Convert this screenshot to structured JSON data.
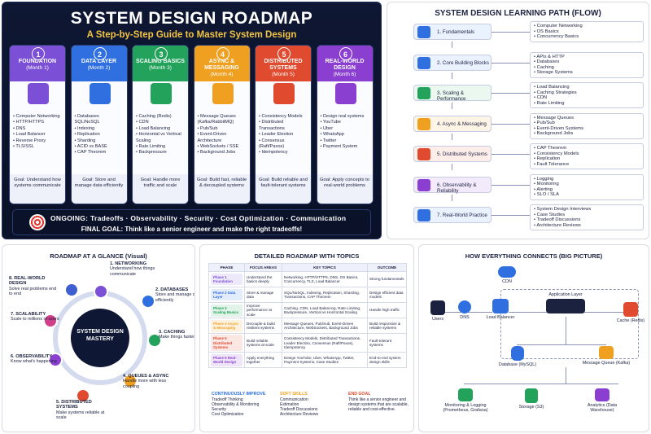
{
  "panel1": {
    "title": "SYSTEM DESIGN ROADMAP",
    "subtitle": "A Step-by-Step Guide to Master System Design",
    "phases": [
      {
        "num": "1",
        "name": "FOUNDATION",
        "month": "(Month 1)",
        "color": "#7b4fd6",
        "items": [
          "Computer Networking",
          "HTTP/HTTPS",
          "DNS",
          "Load Balancer",
          "Reverse Proxy",
          "TLS/SSL"
        ],
        "goal": "Goal: Understand how systems communicate"
      },
      {
        "num": "2",
        "name": "DATA LAYER",
        "month": "(Month 2)",
        "color": "#2f6fe0",
        "items": [
          "Databases SQL/NoSQL",
          "Indexing",
          "Replication",
          "Sharding",
          "ACID vs BASE",
          "CAP Theorem"
        ],
        "goal": "Goal: Store and manage data efficiently"
      },
      {
        "num": "3",
        "name": "SCALING BASICS",
        "month": "(Month 3)",
        "color": "#22a25a",
        "items": [
          "Caching (Redis)",
          "CDN",
          "Load Balancing",
          "Horizontal vs Vertical Scaling",
          "Rate Limiting",
          "Backpressure"
        ],
        "goal": "Goal: Handle more traffic and scale"
      },
      {
        "num": "4",
        "name": "ASYNC & MESSAGING",
        "month": "(Month 4)",
        "color": "#f0a020",
        "items": [
          "Message Queues (Kafka/RabbitMQ)",
          "Pub/Sub",
          "Event-Driven Architecture",
          "WebSockets / SSE",
          "Background Jobs"
        ],
        "goal": "Goal: Build fast, reliable & decoupled systems"
      },
      {
        "num": "5",
        "name": "DISTRIBUTED SYSTEMS",
        "month": "(Month 5)",
        "color": "#e04a2f",
        "items": [
          "Consistency Models",
          "Distributed Transactions",
          "Leader Election",
          "Consensus (Raft/Paxos)",
          "Idempotency"
        ],
        "goal": "Goal: Build reliable and fault-tolerant systems"
      },
      {
        "num": "6",
        "name": "REAL-WORLD DESIGN",
        "month": "(Month 6)",
        "color": "#8a3fd0",
        "items": [
          "Design real systems",
          "YouTube",
          "Uber",
          "WhatsApp",
          "Twitter",
          "Payment System"
        ],
        "goal": "Goal: Apply concepts to real-world problems"
      }
    ],
    "ongoing": "ONGOING:  Tradeoffs  ·  Observability  ·  Security  ·  Cost Optimization  ·  Communication",
    "final_goal": "FINAL GOAL: Think like a senior engineer and make the right tradeoffs!"
  },
  "panel2": {
    "title": "SYSTEM DESIGN LEARNING PATH (FLOW)",
    "steps": [
      {
        "label": "1. Fundamentals",
        "color": "#2f6fe0",
        "bg": "#eaf1ff",
        "subs": [
          "Computer Networking",
          "OS Basics",
          "Concurrency Basics"
        ]
      },
      {
        "label": "2. Core Building Blocks",
        "color": "#2f6fe0",
        "bg": "#eaf1ff",
        "subs": [
          "APIs & HTTP",
          "Databases",
          "Caching",
          "Storage Systems"
        ]
      },
      {
        "label": "3. Scaling & Performance",
        "color": "#22a25a",
        "bg": "#eaf8ef",
        "subs": [
          "Load Balancing",
          "Caching Strategies",
          "CDN",
          "Rate Limiting"
        ]
      },
      {
        "label": "4. Async & Messaging",
        "color": "#f0a020",
        "bg": "#fff5e6",
        "subs": [
          "Message Queues",
          "Pub/Sub",
          "Event-Driven Systems",
          "Background Jobs"
        ]
      },
      {
        "label": "5. Distributed Systems",
        "color": "#e04a2f",
        "bg": "#fdeeea",
        "subs": [
          "CAP Theorem",
          "Consistency Models",
          "Replication",
          "Fault Tolerance"
        ]
      },
      {
        "label": "6. Observability & Reliability",
        "color": "#8a3fd0",
        "bg": "#f3ebfc",
        "subs": [
          "Logging",
          "Monitoring",
          "Alerting",
          "SLO / SLA"
        ]
      },
      {
        "label": "7. Real-World Practice",
        "color": "#2f6fe0",
        "bg": "#eaf1ff",
        "subs": [
          "System Design Interviews",
          "Case Studies",
          "Tradeoff Discussions",
          "Architecture Reviews"
        ]
      }
    ]
  },
  "panel3": {
    "title": "ROADMAP AT A GLANCE (Visual)",
    "center": "SYSTEM DESIGN MASTERY",
    "items": [
      {
        "title": "1. NETWORKING",
        "desc": "Understand how things communicate",
        "color": "#7b4fd6"
      },
      {
        "title": "2. DATABASES",
        "desc": "Store and manage data efficiently",
        "color": "#2f6fe0"
      },
      {
        "title": "3. CACHING",
        "desc": "Make things faster",
        "color": "#22a25a"
      },
      {
        "title": "4. QUEUES & ASYNC",
        "desc": "Handle more with less coupling",
        "color": "#f0a020"
      },
      {
        "title": "5. DISTRIBUTED SYSTEMS",
        "desc": "Make systems reliable at scale",
        "color": "#e04a2f"
      },
      {
        "title": "6. OBSERVABILITY",
        "desc": "Know what's happening",
        "color": "#8a3fd0"
      },
      {
        "title": "7. SCALABILITY",
        "desc": "Scale to millions of users",
        "color": "#d03f8a"
      },
      {
        "title": "8. REAL-WORLD DESIGN",
        "desc": "Solve real problems end to end",
        "color": "#3f5fd0"
      }
    ]
  },
  "panel4": {
    "title": "DETAILED ROADMAP WITH TOPICS",
    "headers": [
      "PHASE",
      "FOCUS AREAS",
      "KEY TOPICS",
      "OUTCOME"
    ],
    "rows": [
      {
        "phase": "Phase 1 Foundation",
        "color": "#7b4fd6",
        "focus": "Understand the basics deeply",
        "topics": "Networking, HTTP/HTTPS, DNS, OS Basics, Concurrency, TLS, Load Balancer",
        "outcome": "Strong fundamentals"
      },
      {
        "phase": "Phase 2 Data Layer",
        "color": "#2f6fe0",
        "focus": "Store & manage data",
        "topics": "SQL/NoSQL, Indexing, Replication, Sharding, Transactions, CAP Theorem",
        "outcome": "Design efficient data models"
      },
      {
        "phase": "Phase 3 Scaling Basics",
        "color": "#22a25a",
        "focus": "Improve performance at scale",
        "topics": "Caching, CDN, Load Balancing, Rate Limiting, Backpressure, Vertical vs Horizontal Scaling",
        "outcome": "Handle high traffic"
      },
      {
        "phase": "Phase 4 Async & Messaging",
        "color": "#f0a020",
        "focus": "Decouple & build resilient systems",
        "topics": "Message Queues, Pub/Sub, Event-Driven Architecture, WebSockets, Background Jobs",
        "outcome": "Build responsive & reliable systems"
      },
      {
        "phase": "Phase 5 Distributed Systems",
        "color": "#e04a2f",
        "focus": "Build reliable systems at scale",
        "topics": "Consistency Models, Distributed Transactions, Leader Election, Consensus (Raft/Paxos), Idempotency",
        "outcome": "Fault-tolerant systems"
      },
      {
        "phase": "Phase 6 Real-World Design",
        "color": "#8a3fd0",
        "focus": "Apply everything together",
        "topics": "Design YouTube, Uber, WhatsApp, Twitter, Payment Systems, Case Studies",
        "outcome": "End-to-end system design skills"
      }
    ],
    "footer": [
      {
        "title": "CONTINUOUSLY IMPROVE",
        "items": [
          "Tradeoff Thinking",
          "Observability & Monitoring",
          "Security",
          "Cost Optimization"
        ]
      },
      {
        "title": "SOFT SKILLS",
        "items": [
          "Communication",
          "Estimation",
          "Tradeoff Discussions",
          "Architecture Reviews"
        ]
      },
      {
        "title": "END GOAL",
        "items": [
          "Think like a senior engineer and design systems that are scalable, reliable and cost-effective."
        ]
      }
    ]
  },
  "panel5": {
    "title": "HOW EVERYTHING CONNECTS (BIG PICTURE)",
    "nodes": {
      "users": "Users",
      "dns": "DNS",
      "cdn": "CDN",
      "lb": "Load Balancer",
      "app": "Application Layer",
      "cache": "Cache (Redis)",
      "db": "Database (MySQL)",
      "mq": "Message Queue (Kafka)",
      "mon": "Monitoring & Logging (Prometheus, Grafana)",
      "storage": "Storage (S3)",
      "analytics": "Analytics (Data Warehouse)"
    }
  }
}
